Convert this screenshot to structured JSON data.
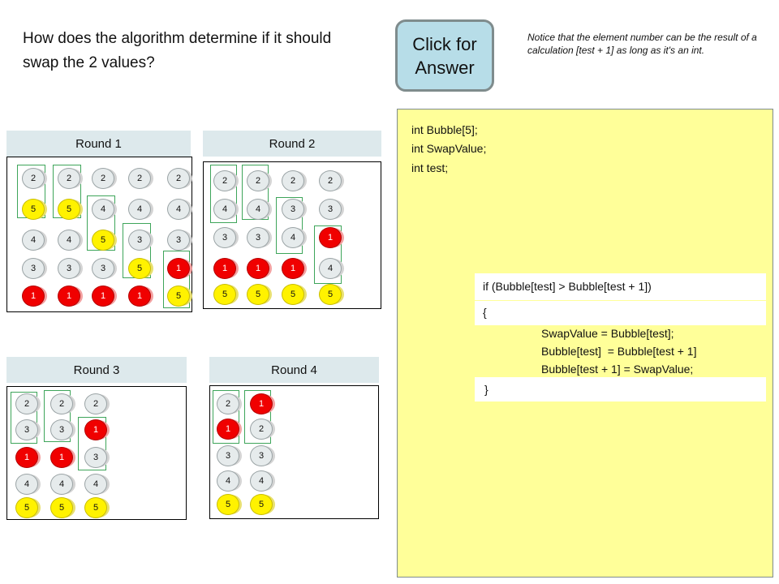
{
  "question": "How does the algorithm determine if it should swap the 2 values?",
  "answer_button": "Click for Answer",
  "notice": "Notice that the element number can be the result of a calculation [test + 1] as long as it's an int.",
  "colors": {
    "header_bg": "#dde9ec",
    "code_bg": "#ffff99",
    "button_bg": "#b7dde8",
    "highlight": "#3ea55a",
    "ball_grey": "#e6ebec",
    "ball_yellow": "#fff200",
    "ball_red": "#f00000"
  },
  "rounds": [
    {
      "title": "Round 1",
      "columns": [
        [
          "2",
          "5",
          "4",
          "3",
          "1"
        ],
        [
          "2",
          "5",
          "4",
          "3",
          "1"
        ],
        [
          "2",
          "4",
          "5",
          "3",
          "1"
        ],
        [
          "2",
          "4",
          "3",
          "5",
          "1"
        ],
        [
          "2",
          "4",
          "3",
          "1",
          "5"
        ]
      ]
    },
    {
      "title": "Round 2",
      "columns": [
        [
          "2",
          "4",
          "3",
          "1",
          "5"
        ],
        [
          "2",
          "4",
          "3",
          "1",
          "5"
        ],
        [
          "2",
          "3",
          "4",
          "1",
          "5"
        ],
        [
          "2",
          "3",
          "1",
          "4",
          "5"
        ]
      ]
    },
    {
      "title": "Round 3",
      "columns": [
        [
          "2",
          "3",
          "1",
          "4",
          "5"
        ],
        [
          "2",
          "3",
          "1",
          "4",
          "5"
        ],
        [
          "2",
          "1",
          "3",
          "4",
          "5"
        ]
      ]
    },
    {
      "title": "Round 4",
      "columns": [
        [
          "2",
          "1",
          "3",
          "4",
          "5"
        ],
        [
          "1",
          "2",
          "3",
          "4",
          "5"
        ]
      ]
    }
  ],
  "code": {
    "declarations": [
      "int Bubble[5];",
      "int SwapValue;",
      "int test;"
    ],
    "if_line": "if (Bubble[test] > Bubble[test + 1])",
    "open_brace": "{",
    "body": [
      "SwapValue = Bubble[test];",
      "Bubble[test]  = Bubble[test + 1]",
      "Bubble[test + 1] = SwapValue;"
    ],
    "close_brace": "}"
  }
}
